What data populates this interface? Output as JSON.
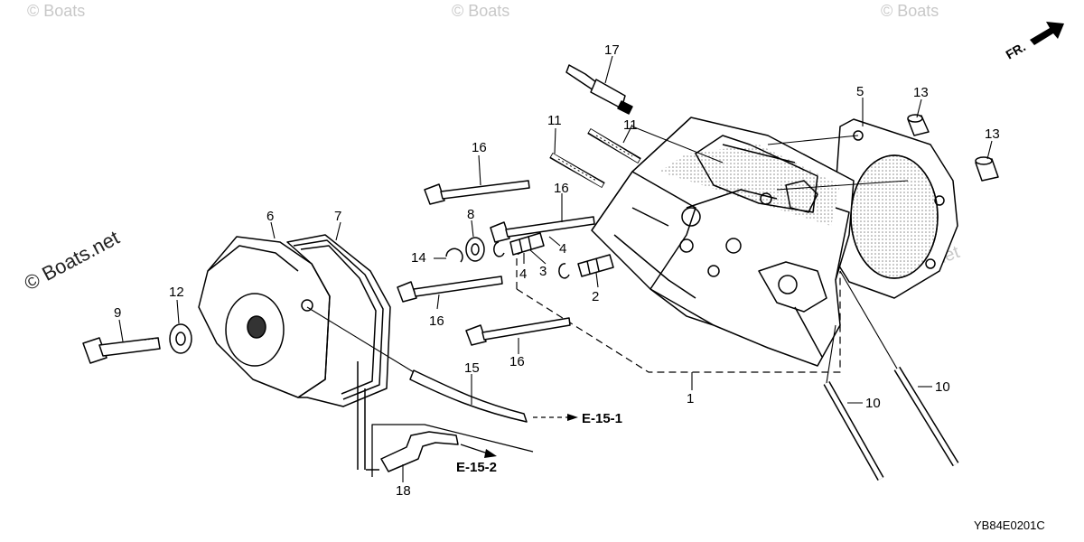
{
  "watermark": {
    "text": "© Boats.net",
    "top_fragment": "© Boats"
  },
  "front_indicator": "FR.",
  "diagram_code": "YB84E0201C",
  "refs": {
    "e15_1": "E-15-1",
    "e15_2": "E-15-2"
  },
  "parts": {
    "p1": "1",
    "p2": "2",
    "p3": "3",
    "p4a": "4",
    "p4b": "4",
    "p5": "5",
    "p6": "6",
    "p7": "7",
    "p8": "8",
    "p9": "9",
    "p10a": "10",
    "p10b": "10",
    "p11a": "11",
    "p11b": "11",
    "p12": "12",
    "p13a": "13",
    "p13b": "13",
    "p14": "14",
    "p15": "15",
    "p16a": "16",
    "p16b": "16",
    "p16c": "16",
    "p16d": "16",
    "p17": "17",
    "p18": "18"
  },
  "colors": {
    "line": "#000000",
    "watermark": "#c8c8c8",
    "stipple": "#9a9a9a"
  }
}
